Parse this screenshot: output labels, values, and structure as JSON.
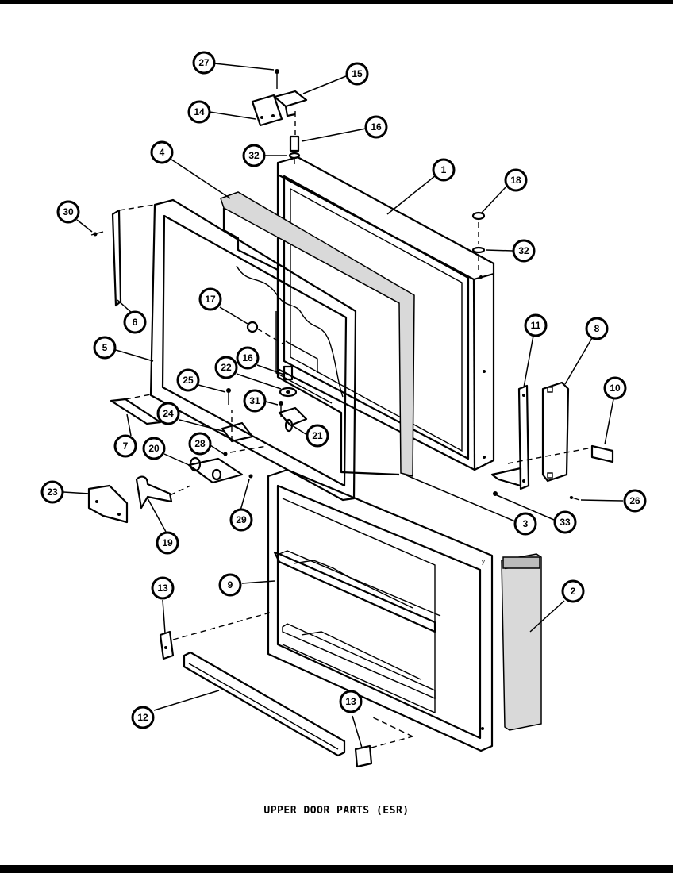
{
  "caption": "UPPER DOOR PARTS (ESR)",
  "callouts": [
    {
      "label": "27"
    },
    {
      "label": "15"
    },
    {
      "label": "14"
    },
    {
      "label": "16"
    },
    {
      "label": "32"
    },
    {
      "label": "4"
    },
    {
      "label": "1"
    },
    {
      "label": "18"
    },
    {
      "label": "30"
    },
    {
      "label": "32"
    },
    {
      "label": "6"
    },
    {
      "label": "17"
    },
    {
      "label": "5"
    },
    {
      "label": "16"
    },
    {
      "label": "22"
    },
    {
      "label": "11"
    },
    {
      "label": "8"
    },
    {
      "label": "25"
    },
    {
      "label": "31"
    },
    {
      "label": "10"
    },
    {
      "label": "24"
    },
    {
      "label": "21"
    },
    {
      "label": "7"
    },
    {
      "label": "28"
    },
    {
      "label": "20"
    },
    {
      "label": "23"
    },
    {
      "label": "29"
    },
    {
      "label": "3"
    },
    {
      "label": "33"
    },
    {
      "label": "26"
    },
    {
      "label": "19"
    },
    {
      "label": "13"
    },
    {
      "label": "9"
    },
    {
      "label": "2"
    },
    {
      "label": "12"
    },
    {
      "label": "13"
    }
  ]
}
